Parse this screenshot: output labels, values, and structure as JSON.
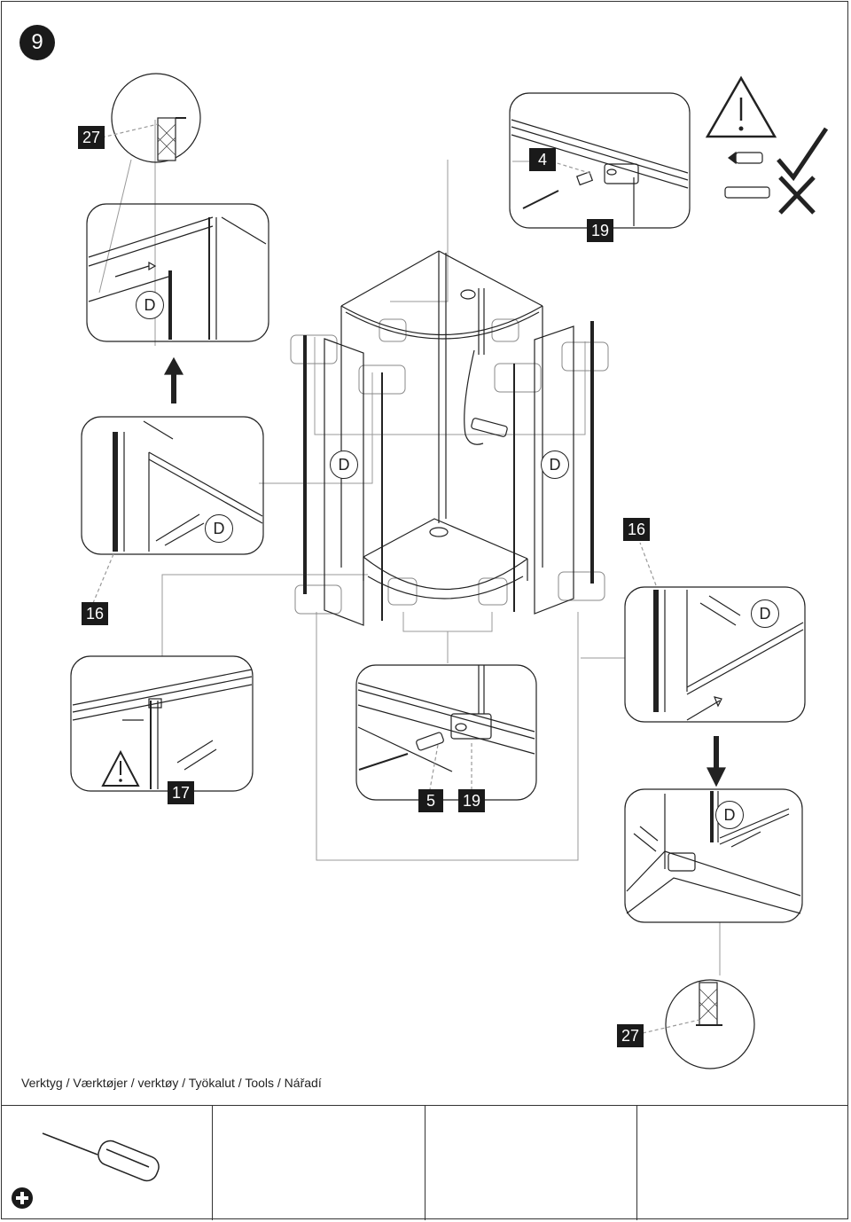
{
  "step": {
    "number": "9"
  },
  "parts": {
    "p27_top": "27",
    "p4": "4",
    "p19_top": "19",
    "p16_left": "16",
    "p16_right": "16",
    "p17": "17",
    "p5": "5",
    "p19_bottom": "19",
    "p27_bottom": "27"
  },
  "glass_marker": "D",
  "warning": {
    "symbol": "!"
  },
  "tools": {
    "title": "Verktyg / Værktøjer / verktøy / Työkalut / Tools / Nářadí",
    "items": [
      {
        "icon": "screwdriver-icon",
        "modifier": "plus-icon"
      }
    ]
  },
  "colors": {
    "ink": "#1a1a1a",
    "line": "#222222",
    "light_line": "#9a9a9a"
  }
}
